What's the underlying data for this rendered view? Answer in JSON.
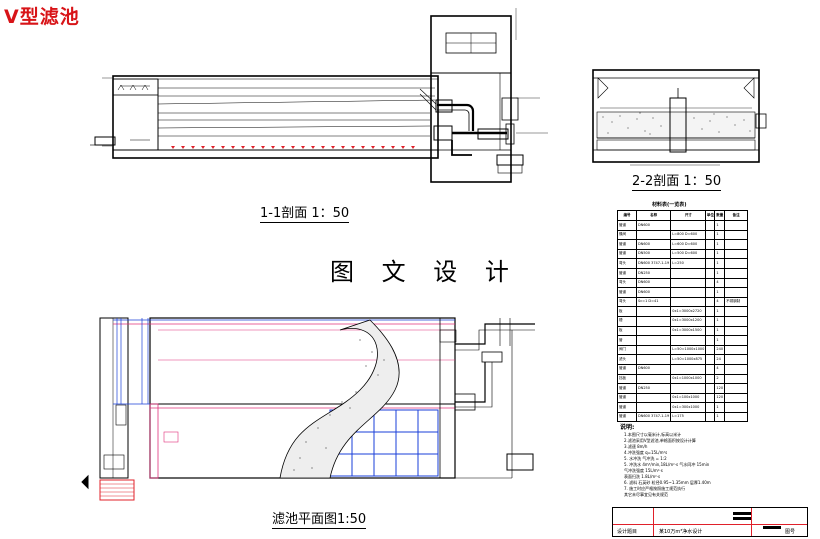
{
  "title": "V型滤池",
  "center_title": "图 文 设 计",
  "views": {
    "section_1_1": "1-1剖面 1：50",
    "section_2_2": "2-2剖面 1：50",
    "plan": "滤池平面图1:50"
  },
  "material_table": {
    "title": "材料表(一览表)",
    "headers": [
      "编号",
      "名称",
      "尺寸",
      "单位",
      "数量",
      "备注"
    ],
    "rows": [
      [
        "管道",
        "DN600",
        "",
        "",
        "1",
        ""
      ],
      [
        "蝶阀",
        "",
        "L=800 D=600",
        "",
        "1",
        ""
      ],
      [
        "管道",
        "DN600",
        "L=600 D=600",
        "",
        "1",
        ""
      ],
      [
        "管道",
        "DN500",
        "L=500 D=600",
        "",
        "1",
        ""
      ],
      [
        "弯头",
        "DN600 3747-1-19",
        "L=250",
        "",
        "1",
        ""
      ],
      [
        "管道",
        "DN250",
        "",
        "",
        "1",
        ""
      ],
      [
        "弯头",
        "DN600",
        "",
        "",
        "4",
        ""
      ],
      [
        "管道",
        "DN600",
        "",
        "",
        "1",
        ""
      ],
      [
        "弯头",
        "Sc=1 D=41",
        "",
        "",
        "4",
        "不锈钢制"
      ],
      [
        "板",
        "",
        "0x1=3000x2720",
        "",
        "1",
        ""
      ],
      [
        "槽",
        "",
        "0x1=3000x1200",
        "",
        "1",
        ""
      ],
      [
        "板",
        "",
        "0x1=3000x1500",
        "",
        "1",
        ""
      ],
      [
        "管",
        "",
        "",
        "",
        "1",
        ""
      ],
      [
        "阀门",
        "",
        "L=50=1000x1000",
        "",
        "240",
        ""
      ],
      [
        "滤头",
        "",
        "L=50=1000x875",
        "",
        "24",
        ""
      ],
      [
        "管道",
        "DN600",
        "",
        "",
        "4",
        ""
      ],
      [
        "挡板",
        "",
        "0x1=1000x1000",
        "",
        "2",
        ""
      ],
      [
        "管道",
        "DN250",
        "",
        "",
        "120",
        ""
      ],
      [
        "管道",
        "",
        "0x1=100x1000",
        "",
        "120",
        ""
      ],
      [
        "管道",
        "",
        "0x1=300x1000",
        "",
        "1",
        ""
      ],
      [
        "管道",
        "DN600 3747-1-19",
        "L=175",
        "",
        "1",
        ""
      ]
    ]
  },
  "notes": {
    "title": "说明:",
    "lines": [
      "1.本图尺寸以毫米计,标高以米计",
      "2.滤池采用V型滤池,单格面积按设计计算",
      "3.滤速 8m/h",
      "4.冲洗强度 q=15L/m²s",
      "5. 水冲洗 气冲洗 = 1:2",
      "5. 冲洗水 4m³/min,18L/m²·s 气水同冲 15min",
      "   气冲洗强度 15L/m²·s",
      "   表面扫洗 1.8L/m²·s",
      "6. 滤料 石英砂 粒径0.95~1.35mm 层厚1.40m",
      "7. 施工时应严格按照施工规范执行",
      "   其它未尽事宜见有关规范"
    ]
  },
  "title_block": {
    "left_label": "设计题目",
    "project": "某10万m³净水设计",
    "right_label": "图号"
  },
  "colors": {
    "title_red": "#d81418",
    "line": "#000000",
    "pipe_red": "#e0202a",
    "grid_blue": "#1a3fd8",
    "plan_red": "#e0307a"
  }
}
